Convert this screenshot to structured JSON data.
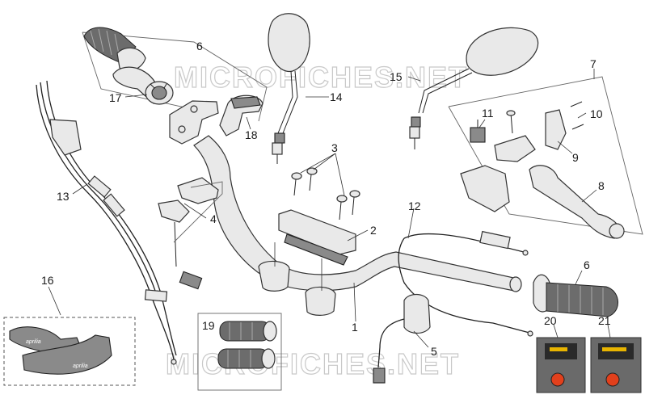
{
  "watermark_text": "MICROFICHES.NET",
  "callouts": {
    "c1": "1",
    "c2": "2",
    "c3": "3",
    "c4": "4",
    "c5": "5",
    "c6a": "6",
    "c6b": "6",
    "c7": "7",
    "c8": "8",
    "c9": "9",
    "c10": "10",
    "c11": "11",
    "c12": "12",
    "c13": "13",
    "c14": "14",
    "c15": "15",
    "c16": "16",
    "c17": "17",
    "c18": "18",
    "c19": "19",
    "c20": "20",
    "c21": "21"
  },
  "handguard_brand": "aprilia",
  "colors": {
    "outline": "#222222",
    "part_fill": "#e9e9e9",
    "grip_fill": "#6c6c6c",
    "watermark": "#c9c9c9",
    "switch_red": "#e2401c",
    "switch_label": "#e8b400"
  }
}
